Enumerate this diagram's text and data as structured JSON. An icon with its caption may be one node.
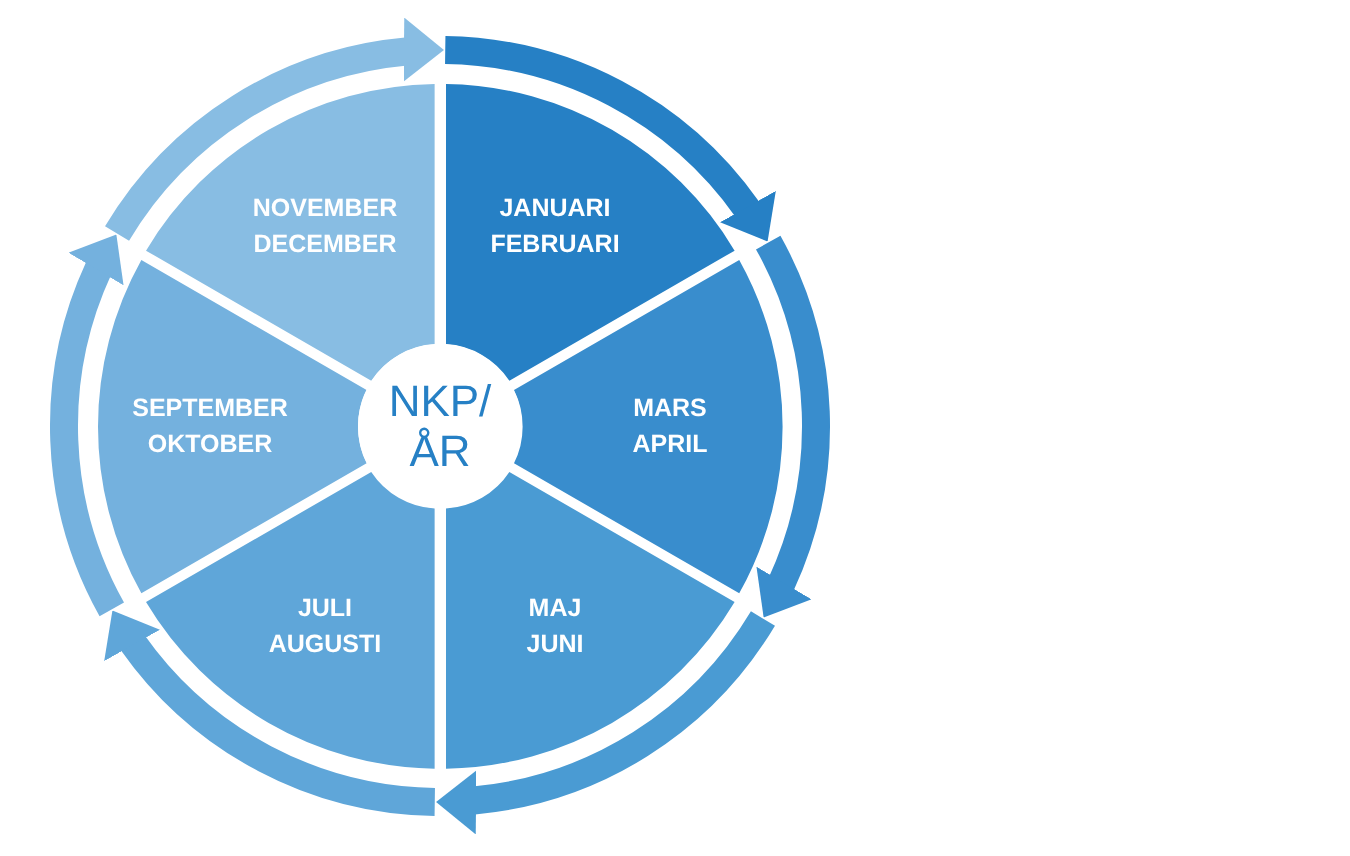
{
  "diagram": {
    "nodes": [
      {
        "text": [
          "NKP/ ÅR"
        ]
      },
      {
        "text": [
          "JANUARI FEBRUARI"
        ]
      },
      {
        "text": [
          "MARS APRIL"
        ]
      },
      {
        "text": [
          "MAJ JUNI"
        ]
      },
      {
        "text": [
          "JULI AUGUSTI"
        ]
      },
      {
        "text": [
          "SEPTEMBER OKTOBER"
        ]
      },
      {
        "text": [
          "NOVEMBER DECEMBER"
        ]
      }
    ],
    "edges": [
      {
        "from": null,
        "to": 1,
        "arrow": "to",
        "color": "#2680c5"
      },
      {
        "from": null,
        "to": 2,
        "arrow": "to",
        "color": "#398dcd"
      },
      {
        "from": null,
        "to": 3,
        "arrow": "to",
        "color": "#4a9bd3"
      },
      {
        "from": null,
        "to": 4,
        "arrow": "to",
        "color": "#5fa6d9"
      },
      {
        "from": null,
        "to": 5,
        "arrow": "to",
        "color": "#74b1de"
      },
      {
        "from": null,
        "to": 6,
        "arrow": "to",
        "color": "#88bde3"
      }
    ]
  }
}
